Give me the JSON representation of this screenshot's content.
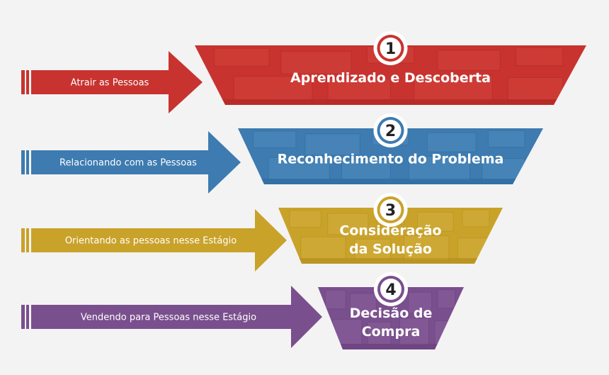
{
  "stages": [
    {
      "number": "1",
      "arrow_label": "Atrair as Pessoas",
      "title_lines": [
        "Aprendizado e Descoberta"
      ],
      "color": "#c8332f",
      "color_dark": "#a82622",
      "tile_color": "#d94a44"
    },
    {
      "number": "2",
      "arrow_label": "Relacionando com as Pessoas",
      "title_lines": [
        "Reconhecimento do Problema"
      ],
      "color": "#3d7bb0",
      "color_dark": "#2c6699",
      "tile_color": "#5a92c2"
    },
    {
      "number": "3",
      "arrow_label": "Orientando as pessoas nesse Estágio",
      "title_lines": [
        "Consideração",
        "da Solução"
      ],
      "color": "#c9a22a",
      "color_dark": "#ad881c",
      "tile_color": "#d8b548"
    },
    {
      "number": "4",
      "arrow_label": "Vendendo para Pessoas nesse Estágio",
      "title_lines": [
        "Decisão de",
        "Compra"
      ],
      "color": "#7a4f8e",
      "color_dark": "#643c78",
      "tile_color": "#8f68a2"
    }
  ]
}
